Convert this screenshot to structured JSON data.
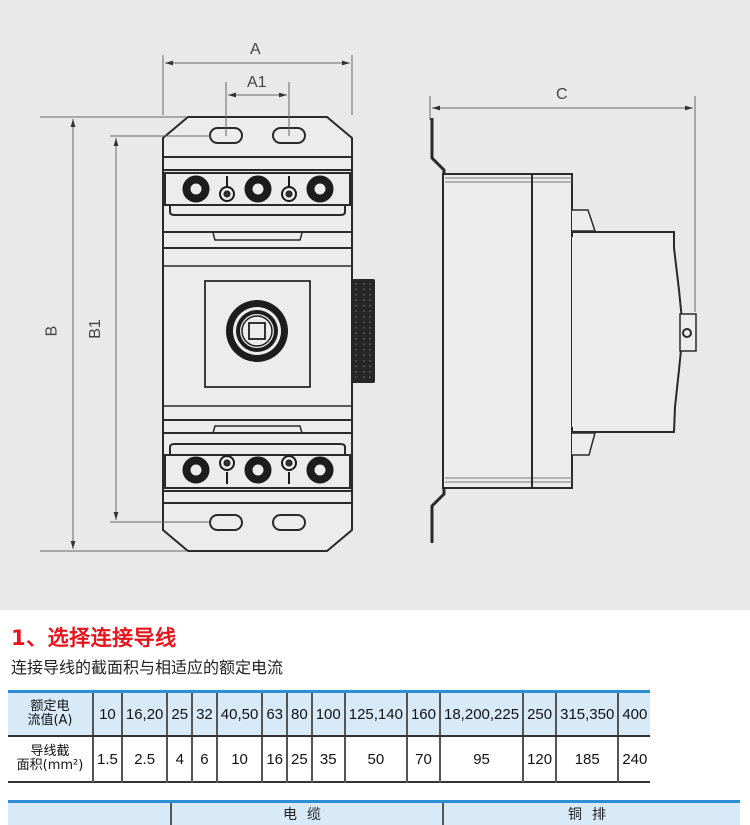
{
  "drawing": {
    "dimensions": {
      "A": "A",
      "A1": "A1",
      "B": "B",
      "B1": "B1",
      "C": "C"
    }
  },
  "section": {
    "title": "1、选择连接导线",
    "subtitle": "连接导线的截面积与相适应的额定电流"
  },
  "table": {
    "row_headers": [
      "额定电\n流值(A)",
      "导线截\n面积(mm²)"
    ],
    "rated_current_label_line1": "额定电",
    "rated_current_label_line2": "流值(A)",
    "cross_section_label_line1": "导线截",
    "cross_section_label_line2": "面积(mm²)",
    "rated_current": [
      "10",
      "16,20",
      "25",
      "32",
      "40,50",
      "63",
      "80",
      "100",
      "125,140",
      "160",
      "18,200,225",
      "250",
      "315,350",
      "400"
    ],
    "cross_section": [
      "1.5",
      "2.5",
      "4",
      "6",
      "10",
      "16",
      "25",
      "35",
      "50",
      "70",
      "95",
      "120",
      "185",
      "240"
    ]
  },
  "table2": {
    "headers": [
      "",
      "电缆",
      "铜排"
    ]
  },
  "colors": {
    "title_red": "#e8141c",
    "table_header_blue": "#d8eaf8",
    "table_rule_blue": "#2c8fd6",
    "drawing_bg": "#e9e9e9"
  }
}
